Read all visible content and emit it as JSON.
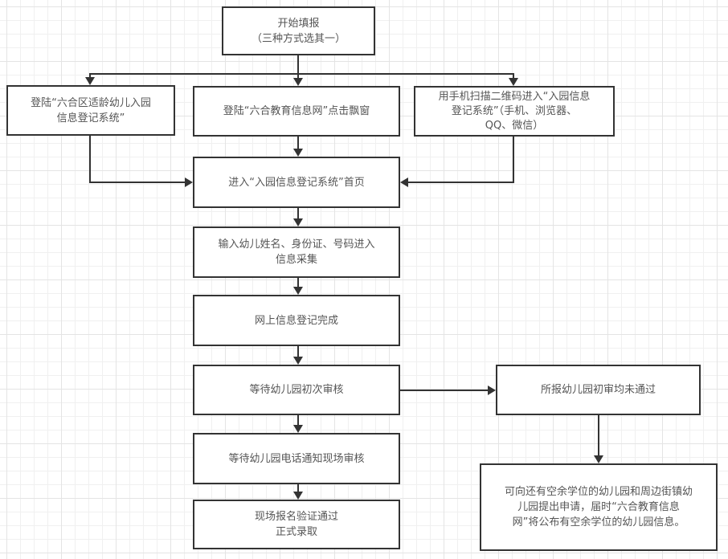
{
  "diagram": {
    "type": "flowchart",
    "colors": {
      "border": "#333333",
      "text": "#555555",
      "fill": "#ffffff",
      "grid": "#e4e4e4"
    },
    "nodes": {
      "start": {
        "lines": [
          "开始填报",
          "（三种方式选其一）"
        ]
      },
      "login_district": {
        "lines": [
          "登陆“六合区适龄幼儿入园",
          "信息登记系统”"
        ]
      },
      "login_edu_site": {
        "lines": [
          "登陆“六合教育信息网”点击飘窗"
        ]
      },
      "scan_qr": {
        "lines": [
          "用手机扫描二维码进入“入园信息",
          "登记系统”（手机、浏览器、",
          "QQ、微信）"
        ]
      },
      "enter_homepage": {
        "lines": [
          "进入“入园信息登记系统”首页"
        ]
      },
      "input_info": {
        "lines": [
          "输入幼儿姓名、身份证、号码进入",
          "信息采集"
        ]
      },
      "online_done": {
        "lines": [
          "网上信息登记完成"
        ]
      },
      "wait_initial_review": {
        "lines": [
          "等待幼儿园初次审核"
        ]
      },
      "initial_review_failed": {
        "lines": [
          "所报幼儿园初审均未通过"
        ]
      },
      "wait_phone_notice": {
        "lines": [
          "等待幼儿园电话通知现场审核"
        ]
      },
      "final_admission": {
        "lines": [
          "现场报名验证通过",
          "正式录取"
        ]
      },
      "alternative_apply": {
        "lines": [
          "可向还有空余学位的幼儿园和周边街镇幼",
          "儿园提出申请，届时“六合教育信息",
          "网”将公布有空余学位的幼儿园信息。"
        ]
      }
    },
    "edges": [
      {
        "from": "start",
        "to": "login_district"
      },
      {
        "from": "start",
        "to": "login_edu_site"
      },
      {
        "from": "start",
        "to": "scan_qr"
      },
      {
        "from": "login_district",
        "to": "enter_homepage"
      },
      {
        "from": "login_edu_site",
        "to": "enter_homepage"
      },
      {
        "from": "scan_qr",
        "to": "enter_homepage"
      },
      {
        "from": "enter_homepage",
        "to": "input_info"
      },
      {
        "from": "input_info",
        "to": "online_done"
      },
      {
        "from": "online_done",
        "to": "wait_initial_review"
      },
      {
        "from": "wait_initial_review",
        "to": "initial_review_failed"
      },
      {
        "from": "wait_initial_review",
        "to": "wait_phone_notice"
      },
      {
        "from": "wait_phone_notice",
        "to": "final_admission"
      },
      {
        "from": "initial_review_failed",
        "to": "alternative_apply"
      }
    ]
  }
}
